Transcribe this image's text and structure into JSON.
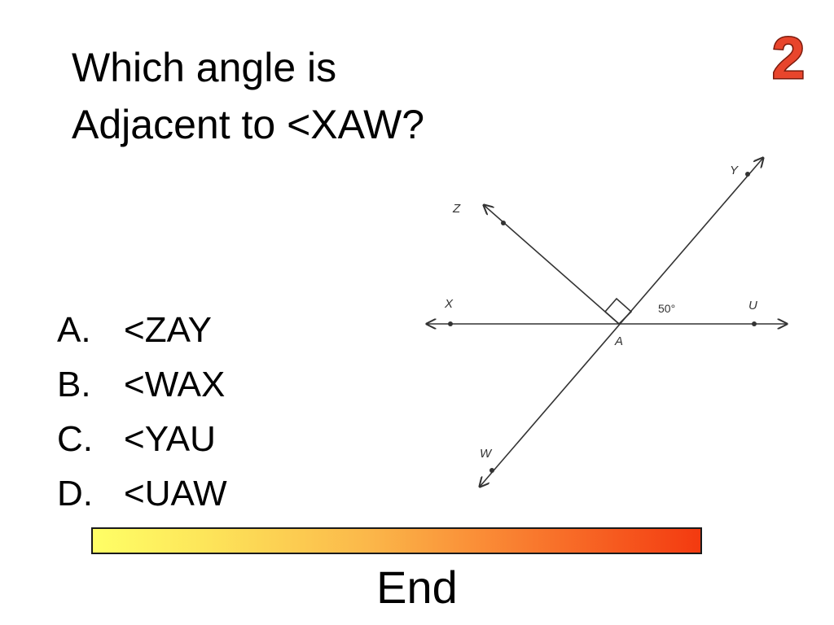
{
  "question": {
    "line1": "Which angle is",
    "line2": "Adjacent to <XAW?"
  },
  "slide_number": "2",
  "options": [
    {
      "letter": "A.",
      "text": "<ZAY"
    },
    {
      "letter": "B.",
      "text": "<WAX"
    },
    {
      "letter": "C.",
      "text": "<YAU"
    },
    {
      "letter": "D.",
      "text": "<UAW"
    }
  ],
  "diagram": {
    "labels": {
      "Z": "Z",
      "Y": "Y",
      "X": "X",
      "U": "U",
      "A": "A",
      "W": "W"
    },
    "angle": "50°"
  },
  "timer": {
    "progress": 1.0,
    "colors": [
      "#ffff66",
      "#f33a10"
    ]
  },
  "end_label": "End",
  "colors": {
    "slide_number_fill": "#e8452c",
    "slide_number_outline": "#7a1a0c"
  }
}
